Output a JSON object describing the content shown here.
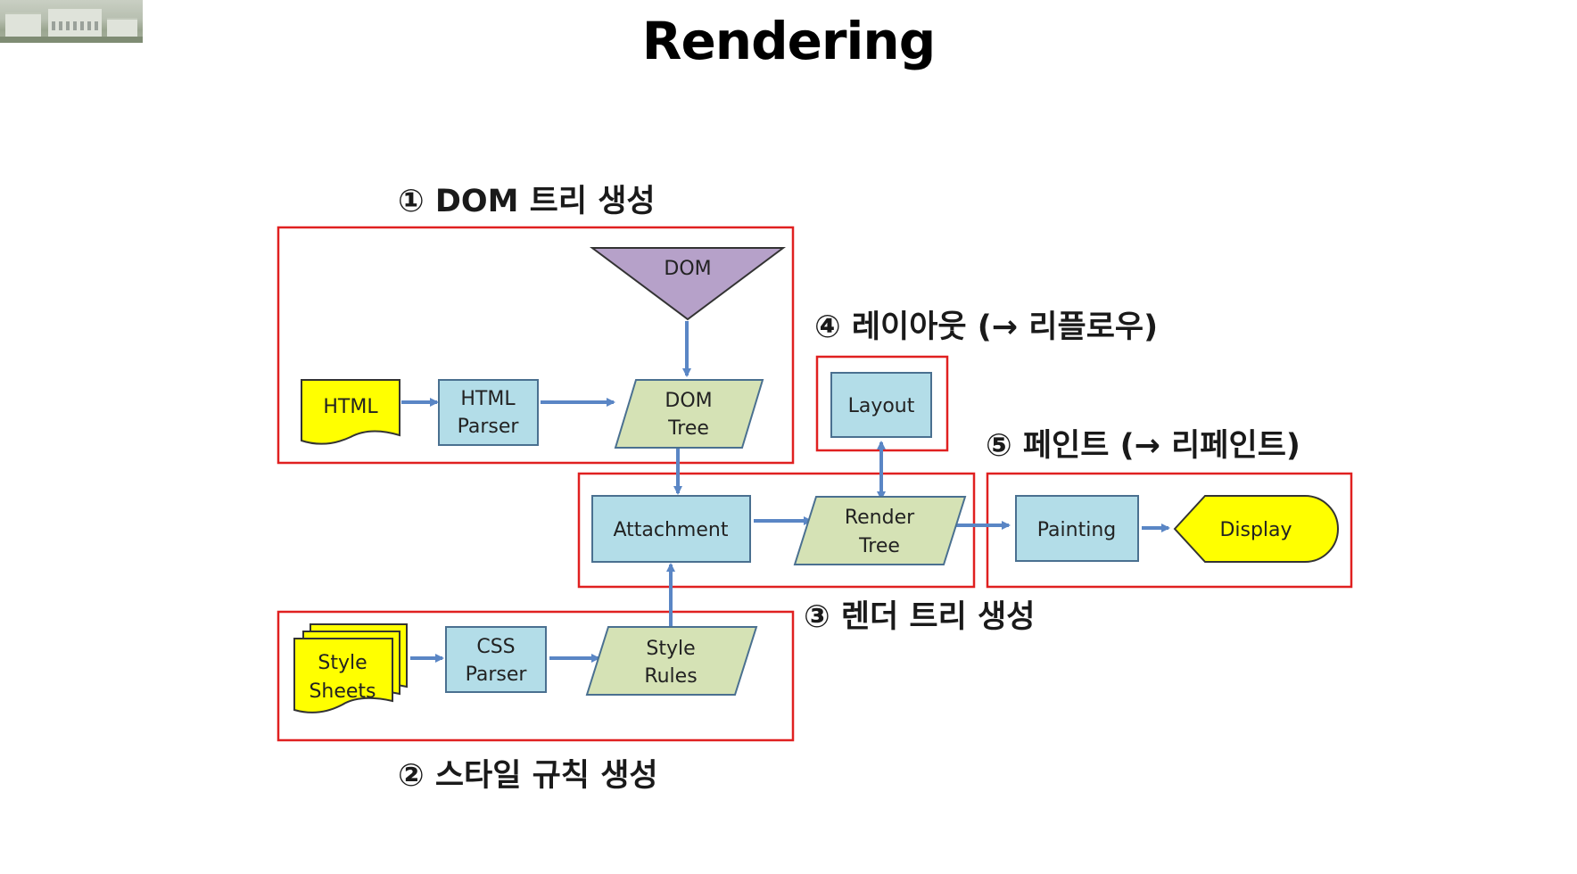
{
  "slide": {
    "title": "Rendering"
  },
  "headings": {
    "dom_tree": "① DOM 트리 생성",
    "style_rules": "② 스타일 규칙 생성",
    "render_tree": "③ 렌더 트리 생성",
    "layout": "④ 레이아웃 (→ 리플로우)",
    "paint": "⑤ 페인트 (→ 리페인트)"
  },
  "nodes": {
    "html": "HTML",
    "html_parser_1": "HTML",
    "html_parser_2": "Parser",
    "dom": "DOM",
    "dom_tree_1": "DOM",
    "dom_tree_2": "Tree",
    "attachment": "Attachment",
    "render_tree_1": "Render",
    "render_tree_2": "Tree",
    "layout": "Layout",
    "painting": "Painting",
    "display": "Display",
    "style_sheets_1": "Style",
    "style_sheets_2": "Sheets",
    "css_parser_1": "CSS",
    "css_parser_2": "Parser",
    "style_rules_1": "Style",
    "style_rules_2": "Rules"
  },
  "colors": {
    "box_fill": "#b3dde8",
    "box_stroke": "#4a7090",
    "data_fill": "#d5e2b5",
    "data_stroke": "#4a7090",
    "doc_fill": "#ffff00",
    "dom_fill": "#b6a1c9",
    "arrow": "#5a86c5",
    "frame": "#e02020"
  }
}
